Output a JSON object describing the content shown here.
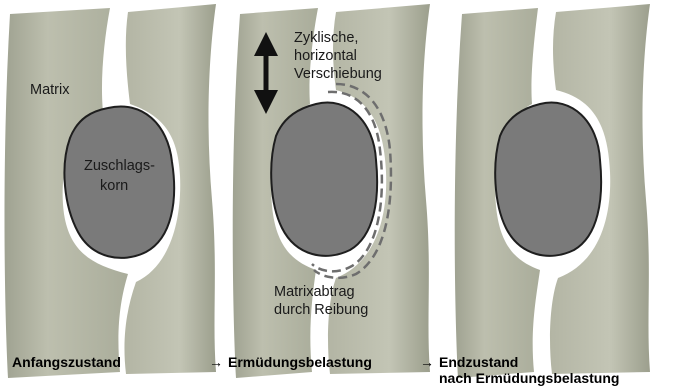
{
  "panels": {
    "initial": {
      "matrix_label": "Matrix",
      "aggregate_label_line1": "Zuschlags-",
      "aggregate_label_line2": "korn"
    },
    "fatigue": {
      "motion_label_line1": "Zyklische,",
      "motion_label_line2": "horizontal",
      "motion_label_line3": "Verschiebung",
      "abrasion_label_line1": "Matrixabtrag",
      "abrasion_label_line2": "durch Reibung"
    }
  },
  "captions": {
    "initial": "Anfangszustand",
    "arrow1": "→",
    "fatigue": "Ermüdungsbelastung",
    "arrow2": "→",
    "final_line1": "Endzustand",
    "final_line2": "nach Ermüdungsbelastung"
  },
  "colors": {
    "matrix": "#b9bbab",
    "matrix_dark": "#8e917f",
    "aggregate": "#7a7a7a",
    "gap": "#ffffff"
  }
}
